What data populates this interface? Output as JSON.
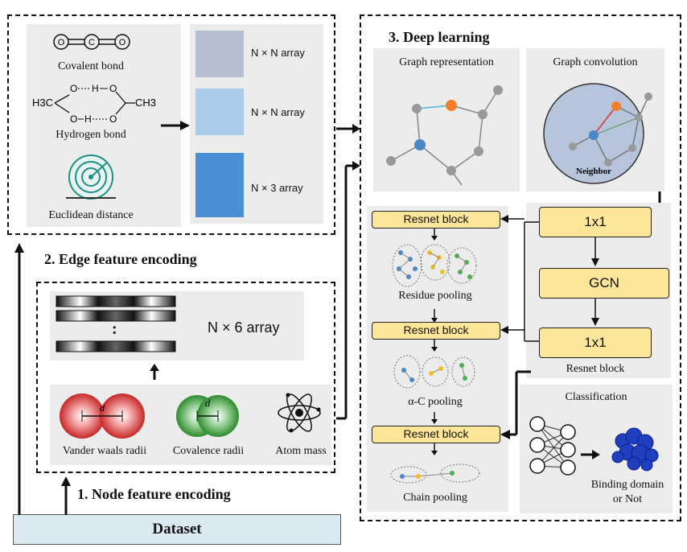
{
  "edge_section": {
    "heading": "2. Edge feature encoding",
    "bond_labels": [
      "Covalent bond",
      "Hydrogen bond",
      "Euclidean distance"
    ],
    "array_labels": [
      "N × N array",
      "N × N array",
      "N × 3 array"
    ],
    "h3c": "H3C",
    "ch3": "CH3",
    "o": "O",
    "h": "H",
    "c": "C"
  },
  "node_section": {
    "heading": "1. Node feature encoding",
    "array_label": "N × 6 array",
    "dots": ":",
    "atom_labels": [
      "Vander waals radii",
      "Covalence radii",
      "Atom mass"
    ],
    "d_label": "d"
  },
  "deep_section": {
    "heading": "3. Deep learning",
    "graph_repr": "Graph representation",
    "graph_conv": "Graph convolution",
    "neighbor": "Neighbor",
    "resnet_labels": [
      "Resnet block",
      "Resnet block",
      "Resnet block"
    ],
    "pooling_labels": [
      "Residue pooling",
      "α-C pooling",
      "Chain pooling"
    ],
    "block_boxes": [
      "1x1",
      "GCN",
      "1x1"
    ],
    "resnet_caption": "Resnet block",
    "classification": "Classification",
    "binding": "Binding domain",
    "or_not": "or Not"
  },
  "dataset_label": "Dataset"
}
